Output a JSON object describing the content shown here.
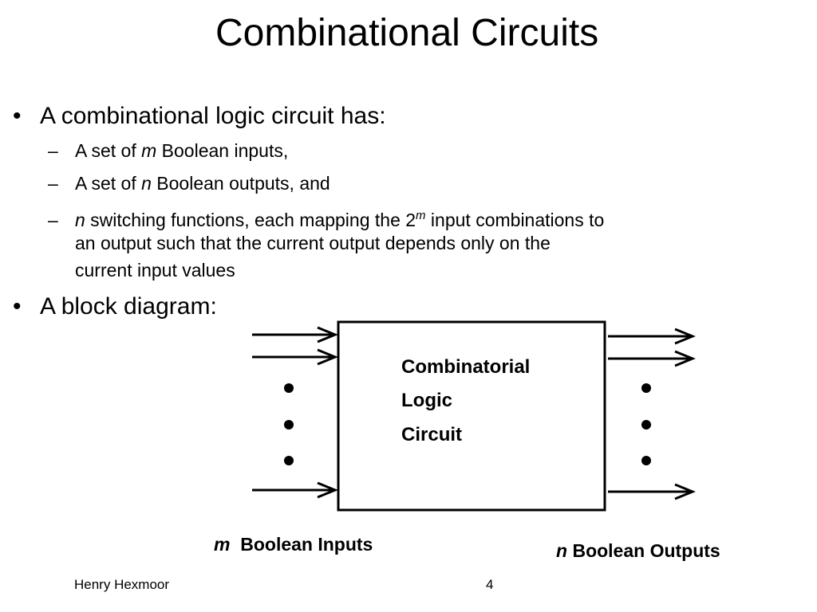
{
  "slide": {
    "title": "Combinational Circuits",
    "bullets": {
      "b1": "A combinational logic circuit has:",
      "b2": "A block diagram:"
    },
    "bullet_mark": "•",
    "sub_mark": "–",
    "subs": {
      "s1_pre": "A set of ",
      "s1_var": "m",
      "s1_post": " Boolean inputs,",
      "s2_pre": "A set of ",
      "s2_var": "n",
      "s2_post": " Boolean outputs, and",
      "s3_var": "n",
      "s3_mid": " switching functions, each mapping the 2",
      "s3_sup": "m",
      "s3_post": " input combinations to",
      "s3_line2": "an output such that the current output depends only on the",
      "s3_line3": "current input values"
    }
  },
  "diagram": {
    "box_lines": [
      "Combinatorial",
      "Logic",
      "Circuit"
    ],
    "inputs_var": "m",
    "inputs_label": "  Boolean Inputs",
    "outputs_var": "n",
    "outputs_label": " Boolean Outputs"
  },
  "footer": {
    "author": "Henry Hexmoor",
    "page": "4"
  }
}
